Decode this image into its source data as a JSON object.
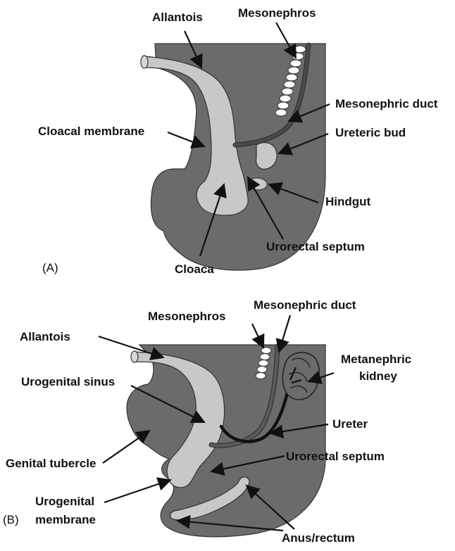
{
  "colors": {
    "tissue": "#6b6b6b",
    "lumen": "#c8c8c8",
    "duct": "#4a4a4a",
    "ureter": "#111111",
    "text": "#111111"
  },
  "panel_a": {
    "tag": "(A)",
    "labels": {
      "allantois": "Allantois",
      "mesonephros": "Mesonephros",
      "mesonephric_duct": "Mesonephric duct",
      "cloacal_membrane": "Cloacal membrane",
      "ureteric_bud": "Ureteric bud",
      "hindgut": "Hindgut",
      "urorectal_septum": "Urorectal septum",
      "cloaca": "Cloaca"
    }
  },
  "panel_b": {
    "tag": "(B)",
    "labels": {
      "mesonephros": "Mesonephros",
      "mesonephric_duct": "Mesonephric duct",
      "allantois": "Allantois",
      "metanephric_kidney_1": "Metanephric",
      "metanephric_kidney_2": "kidney",
      "urogenital_sinus": "Urogenital sinus",
      "ureter": "Ureter",
      "urorectal_septum": "Urorectal septum",
      "genital_tubercle": "Genital tubercle",
      "urogenital_membrane_1": "Urogenital",
      "urogenital_membrane_2": "membrane",
      "anus_rectum": "Anus/rectum"
    }
  }
}
